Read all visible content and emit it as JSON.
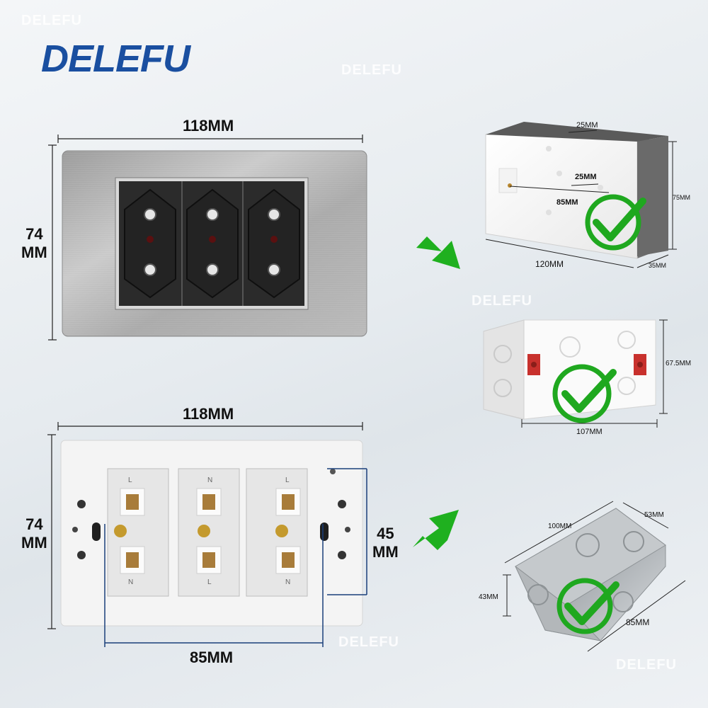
{
  "brand": {
    "logo": "DELEFU",
    "watermark": "DELEFU",
    "accent": "#1a4fa0"
  },
  "front_panel": {
    "width_label": "118MM",
    "height_label": "74\nMM",
    "sockets": 3
  },
  "back_panel": {
    "width_label": "118MM",
    "height_label": "74\nMM",
    "module_height_label": "45\nMM",
    "hole_spacing_label": "85MM",
    "terminals": [
      [
        "L",
        "N"
      ],
      [
        "N",
        "L"
      ],
      [
        "L",
        "N"
      ]
    ]
  },
  "boxes": [
    {
      "name": "plastic-box-large",
      "labels": {
        "top": "25MM",
        "inner": "25MM",
        "hole_spacing": "85MM",
        "width": "120MM",
        "height": "75MM",
        "depth": "35MM"
      }
    },
    {
      "name": "plastic-box-red",
      "labels": {
        "height": "67.5MM",
        "width": "107MM"
      }
    },
    {
      "name": "metal-box",
      "labels": {
        "width": "100MM",
        "depth": "53MM",
        "height": "43MM",
        "length": "85MM"
      }
    }
  ],
  "colors": {
    "arrow": "#1fb01f",
    "check": "#1fa81f",
    "dimline": "#222222",
    "blueline": "#1a3f7a"
  }
}
